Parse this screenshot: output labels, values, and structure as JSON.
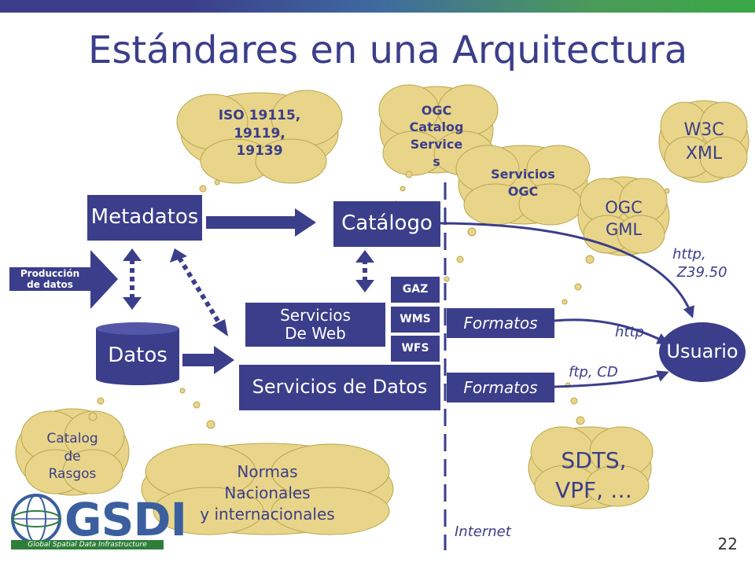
{
  "title": "Estándares en una Arquitectura",
  "slide_number": "22",
  "boxes": {
    "metadatos": "Metadatos",
    "catalogo": "Catálogo",
    "datos": "Datos",
    "servicios_web": "Servicios\nDe Web",
    "servicios_datos": "Servicios de Datos",
    "gaz": "GAZ",
    "wms": "WMS",
    "wfs": "WFS",
    "formatos1": "Formatos",
    "formatos2": "Formatos",
    "usuario": "Usuario",
    "produccion": "Producción\nde datos"
  },
  "clouds": {
    "iso": "ISO 19115,\n19119,\n19139",
    "ogc_catalog": "OGC\nCatalog\nService\ns",
    "servicios_ogc": "Servicios\nOGC",
    "w3c": "W3C\nXML",
    "ogc_gml": "OGC\nGML",
    "catalog_rasgos": "Catalog\nde\nRasgos",
    "normas": "Normas\nNacionales\ny internacionales",
    "sdts": "SDTS,\nVPF, …"
  },
  "labels": {
    "http_z": "http,\n Z39.50",
    "http": "http",
    "ftp": "ftp, CD",
    "internet": "Internet"
  },
  "logo": {
    "text": "GSDI",
    "subtitle": "Global Spatial Data Infrastructure"
  },
  "colors": {
    "primary": "#3b3e8a",
    "cloud_fill": "#e8d58a",
    "logo_green": "#2e7e3a"
  }
}
